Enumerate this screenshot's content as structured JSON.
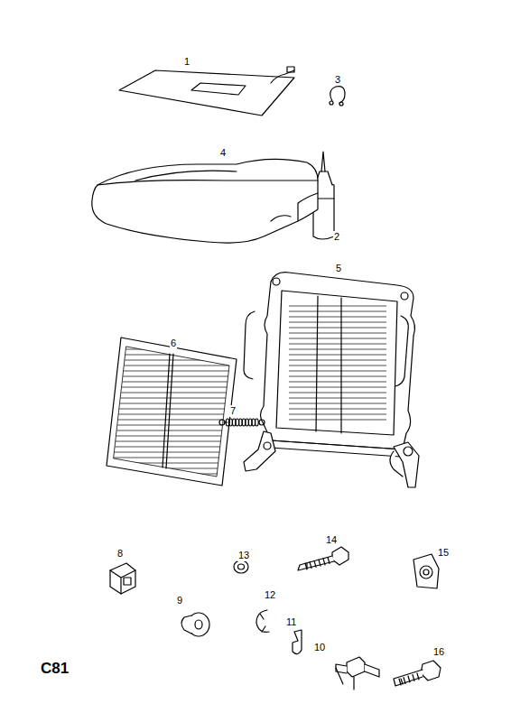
{
  "diagram": {
    "labels": [
      "1",
      "3",
      "2",
      "4",
      "5",
      "6",
      "7",
      "8",
      "13",
      "14",
      "15",
      "9",
      "12",
      "11",
      "10",
      "16",
      "C81"
    ]
  }
}
